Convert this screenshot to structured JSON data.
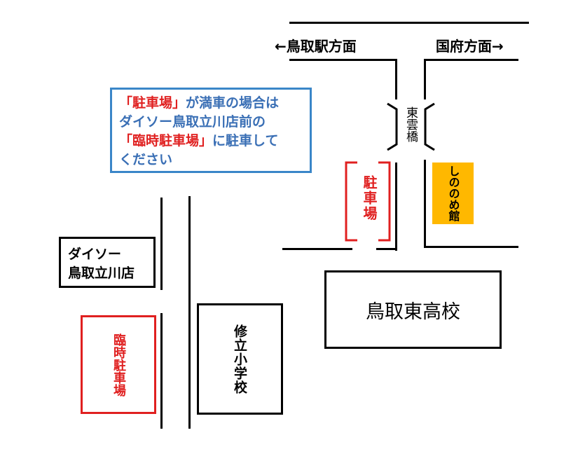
{
  "directions": {
    "left": "←鳥取駅方面",
    "right": "国府方面→"
  },
  "bridge": "東雲橋",
  "notice": {
    "line1_red": "「駐車場」",
    "line1": "が満車の場合は",
    "line2": "ダイソー鳥取立川店前の",
    "line3_red": "「臨時駐車場」",
    "line3": "に駐車して",
    "line4": "ください"
  },
  "parking": "駐車場",
  "shinonome": "しののめ館",
  "daiso": {
    "line1": "ダイソー",
    "line2": "鳥取立川店"
  },
  "temp_parking": "臨時駐車場",
  "school_shuritsu": "修立小学校",
  "school_high": "鳥取東高校",
  "colors": {
    "red": "#e02020",
    "blue": "#3a6fb5",
    "yellow": "#ffb800"
  }
}
